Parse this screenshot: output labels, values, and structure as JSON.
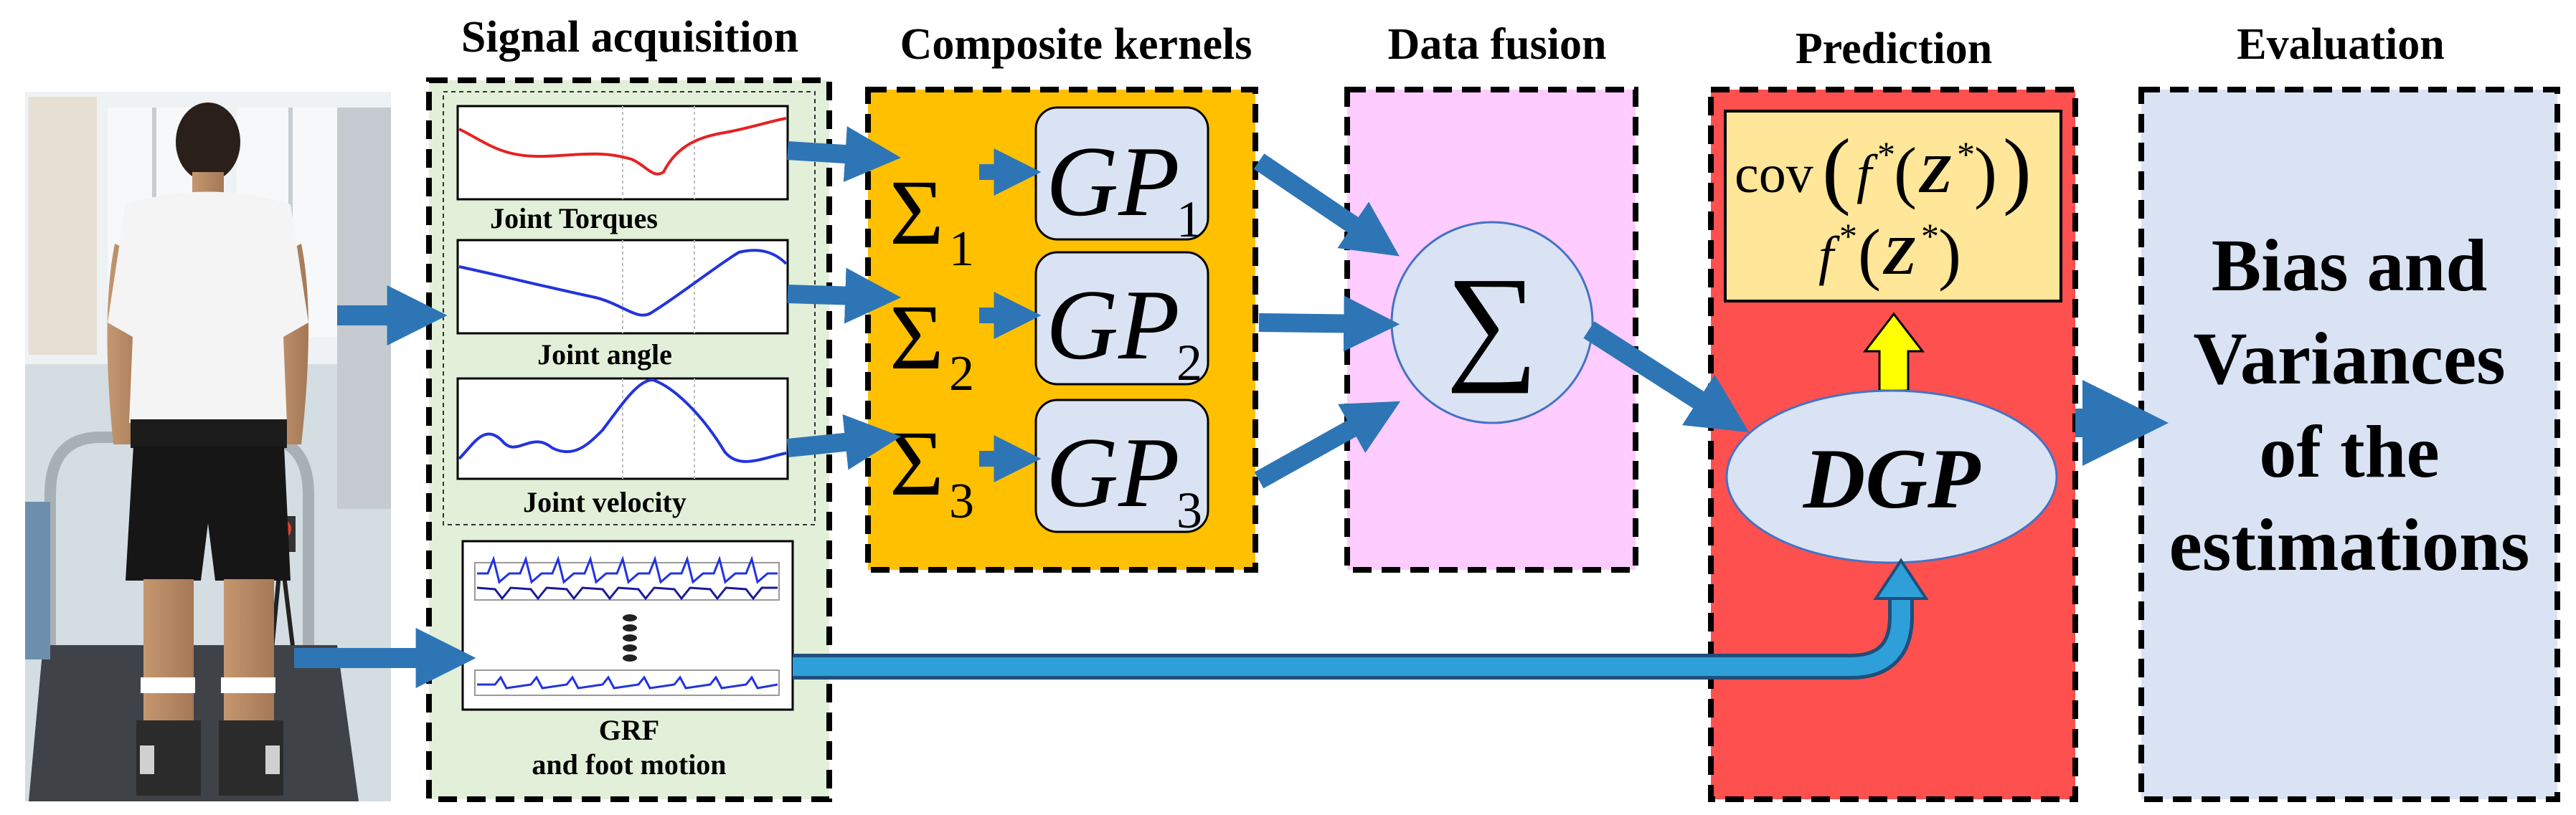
{
  "sections": {
    "signal_acquisition": "Signal acquisition",
    "composite_kernels": "Composite kernels",
    "data_fusion": "Data fusion",
    "prediction": "Prediction",
    "evaluation": "Evaluation"
  },
  "signals": {
    "torques": "Joint Torques",
    "angle": "Joint angle",
    "velocity": "Joint velocity",
    "grf_line1": "GRF",
    "grf_line2": "and foot motion"
  },
  "kernels": [
    {
      "sum": "Σ",
      "sum_sub": "1",
      "gp": "GP",
      "gp_sub": "1"
    },
    {
      "sum": "Σ",
      "sum_sub": "2",
      "gp": "GP",
      "gp_sub": "2"
    },
    {
      "sum": "Σ",
      "sum_sub": "3",
      "gp": "GP",
      "gp_sub": "3"
    }
  ],
  "fusion": {
    "symbol": "∑"
  },
  "prediction": {
    "cov_fn": "cov",
    "f": "f",
    "star": "*",
    "z": "Z",
    "dgp": "DGP"
  },
  "evaluation": {
    "lines": [
      "Bias and",
      "Variances",
      "of the",
      "estimations"
    ]
  },
  "colors": {
    "signal_bg": "#e2efd9",
    "kernel_bg": "#ffc000",
    "fusion_bg": "#ffccff",
    "prediction_bg": "#ff5050",
    "evaluation_bg": "#dae3f3",
    "node_fill": "#dae3f3",
    "output_fill": "#ffe699",
    "arrow": "#2e75b6",
    "yellow_arrow": "#ffff00"
  }
}
